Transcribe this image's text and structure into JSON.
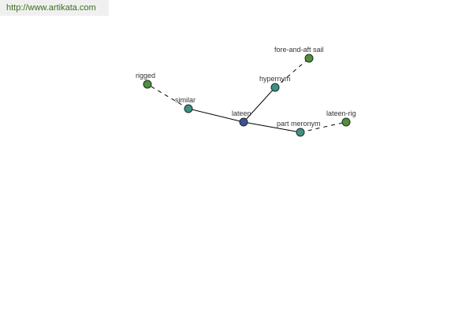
{
  "banner": {
    "url": "http://www.artikata.com"
  },
  "colors": {
    "center_node": "#3c4f9a",
    "relation_node": "#3f8f86",
    "leaf_node": "#4f8f3f",
    "node_stroke": "#1e2e1e",
    "edge": "#000000",
    "banner_text": "#3b6e1e",
    "banner_bg": "#f0f0f0"
  },
  "graph": {
    "nodes": [
      {
        "id": "lateen",
        "label": "lateen",
        "kind": "center"
      },
      {
        "id": "similar",
        "label": "similar",
        "kind": "relation"
      },
      {
        "id": "hypernym",
        "label": "hypernym",
        "kind": "relation"
      },
      {
        "id": "part-meronym",
        "label": "part meronym",
        "kind": "relation"
      },
      {
        "id": "rigged",
        "label": "rigged",
        "kind": "leaf"
      },
      {
        "id": "fore-and-aft-sail",
        "label": "fore-and-aft sail",
        "kind": "leaf"
      },
      {
        "id": "lateen-rig",
        "label": "lateen-rig",
        "kind": "leaf"
      }
    ],
    "edges": [
      {
        "from": "lateen",
        "to": "similar",
        "style": "solid"
      },
      {
        "from": "lateen",
        "to": "hypernym",
        "style": "solid"
      },
      {
        "from": "lateen",
        "to": "part-meronym",
        "style": "solid"
      },
      {
        "from": "similar",
        "to": "rigged",
        "style": "dashed"
      },
      {
        "from": "hypernym",
        "to": "fore-and-aft-sail",
        "style": "dashed"
      },
      {
        "from": "part-meronym",
        "to": "lateen-rig",
        "style": "dashed"
      }
    ]
  }
}
